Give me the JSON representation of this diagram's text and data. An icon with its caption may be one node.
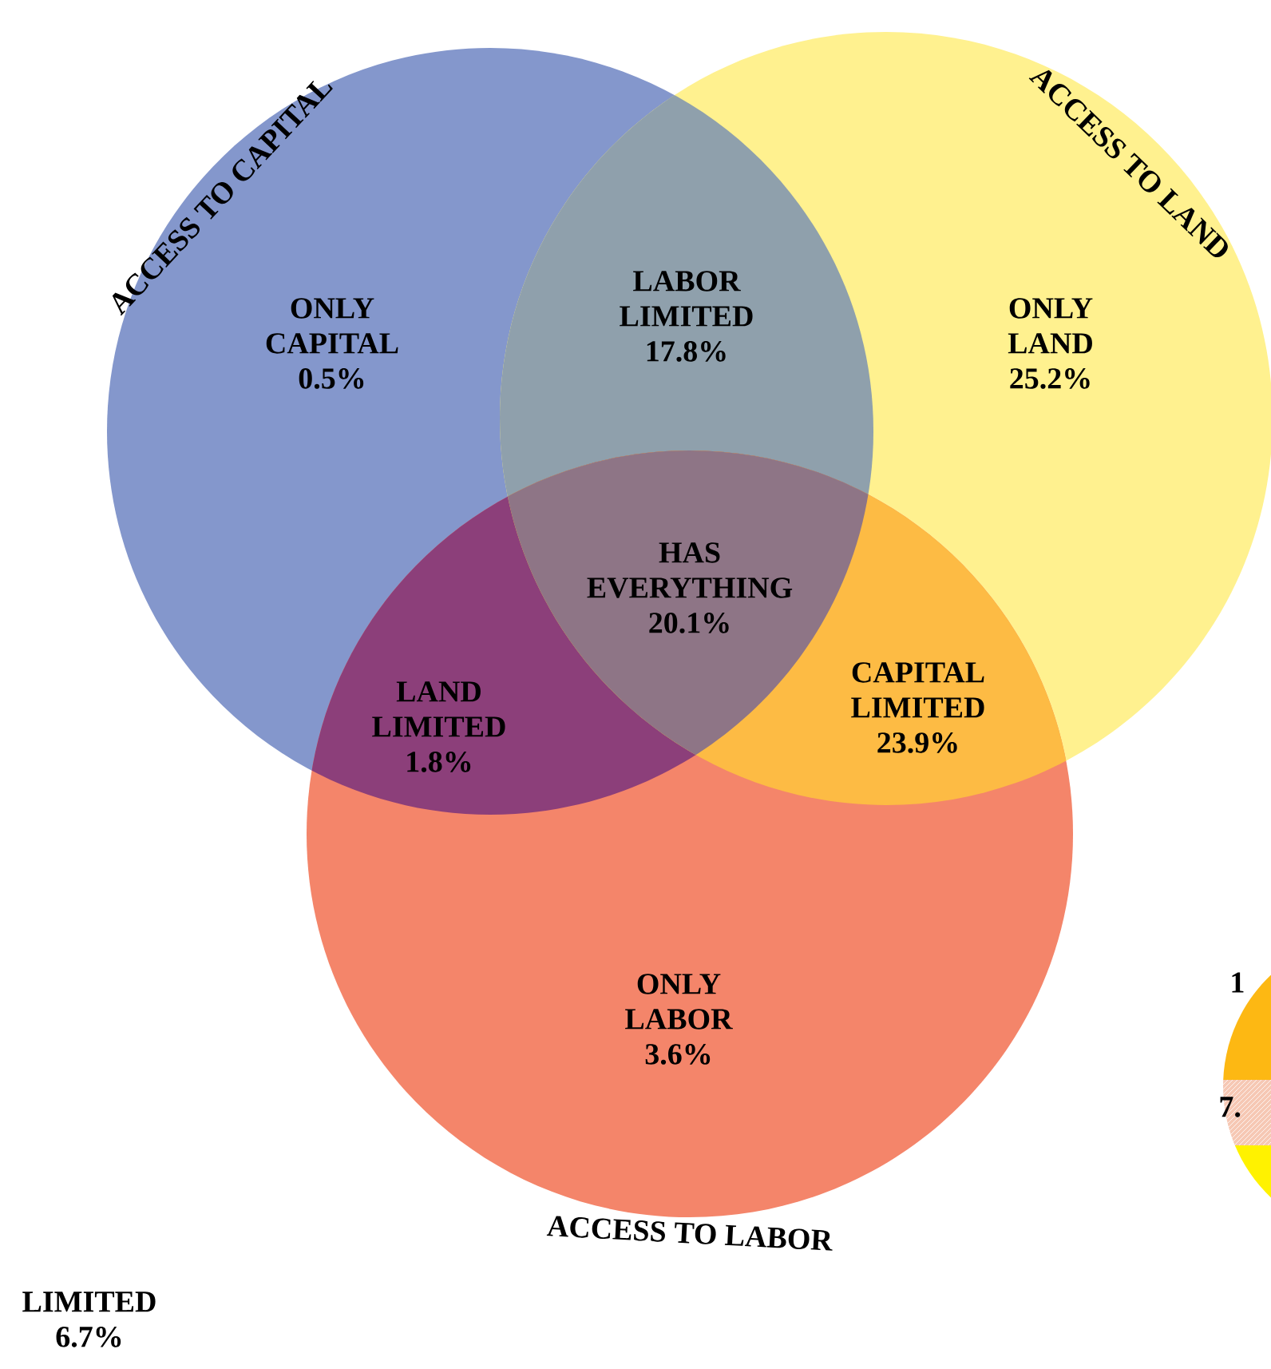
{
  "diagram": {
    "nodes": [
      {
        "text": [
          "ACCESS TO CAPITAL"
        ]
      },
      {
        "text": [
          "ACCESS TO LAND"
        ]
      },
      {
        "text": [
          "ACCESS TO LABOR"
        ]
      }
    ],
    "labels": [
      "ONLY CAPITAL 0.5%",
      "LABOR LIMITED 17.8%",
      "ONLY LAND 25.2%",
      "HAS EVERYTHING 20.1%",
      "LAND LIMITED 1.8%",
      "CAPITAL LIMITED 23.9%",
      "ONLY LABOR 3.6%",
      "1",
      "7.",
      "LIMITED 6.7%"
    ]
  }
}
